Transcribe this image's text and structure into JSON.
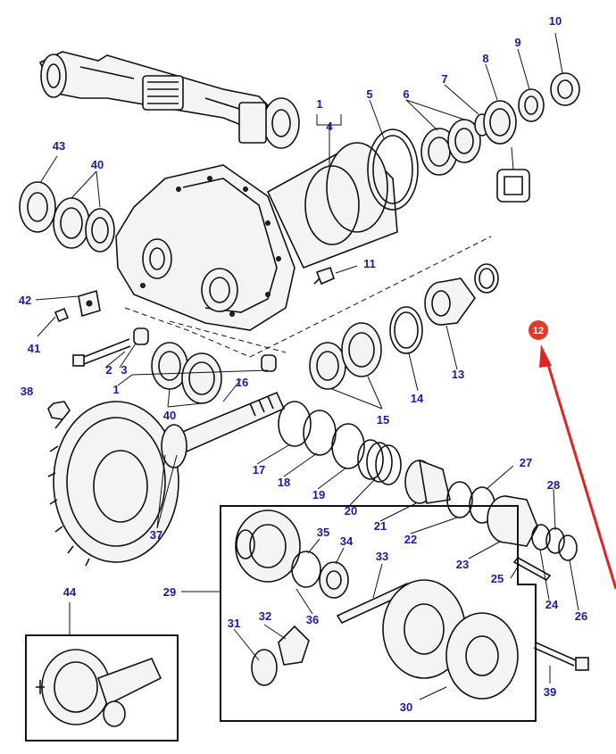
{
  "labels": {
    "p1": "1",
    "p1b": "1",
    "p2": "2",
    "p3": "3",
    "p4": "4",
    "p5": "5",
    "p6": "6",
    "p7": "7",
    "p8": "8",
    "p9": "9",
    "p10": "10",
    "p11": "11",
    "p13": "13",
    "p14": "14",
    "p15": "15",
    "p16": "16",
    "p17": "17",
    "p18": "18",
    "p19": "19",
    "p20": "20",
    "p21": "21",
    "p22": "22",
    "p23": "23",
    "p24": "24",
    "p25": "25",
    "p26": "26",
    "p27": "27",
    "p28": "28",
    "p29": "29",
    "p30": "30",
    "p31": "31",
    "p32": "32",
    "p33": "33",
    "p34": "34",
    "p35": "35",
    "p36": "36",
    "p37": "37",
    "p38": "38",
    "p39": "39",
    "p40": "40",
    "p40b": "40",
    "p41": "41",
    "p42": "42",
    "p43": "43",
    "p44": "44"
  },
  "highlight": {
    "label": "12",
    "color": "#e23a2a"
  },
  "colors": {
    "label_text": "#1a1aa8",
    "highlight_arrow": "#e02424",
    "line_art": "#111111"
  }
}
